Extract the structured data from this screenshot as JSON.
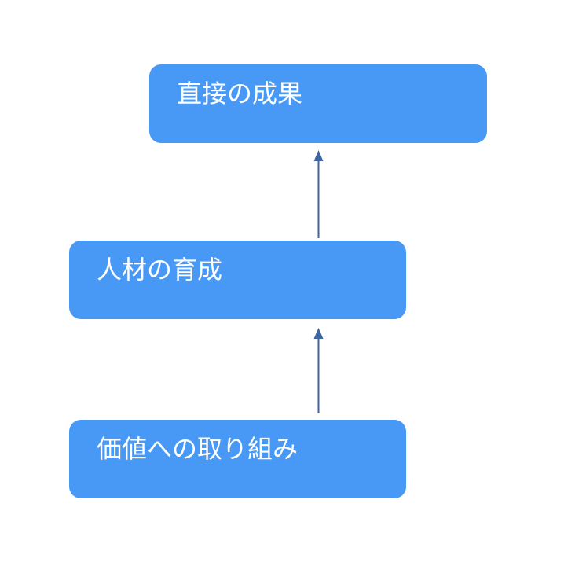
{
  "diagram": {
    "type": "upward-flow",
    "boxes": [
      {
        "id": "top",
        "label": "直接の成果"
      },
      {
        "id": "middle",
        "label": "人材の育成"
      },
      {
        "id": "bottom",
        "label": "価値への取り組み"
      }
    ],
    "arrows": [
      {
        "from": "人材の育成",
        "to": "直接の成果",
        "direction": "up"
      },
      {
        "from": "価値への取り組み",
        "to": "人材の育成",
        "direction": "up"
      }
    ],
    "colors": {
      "background": "#ffffff",
      "box_fill": "#4899f6",
      "box_text": "#ffffff",
      "arrow": "#3e659f"
    }
  }
}
